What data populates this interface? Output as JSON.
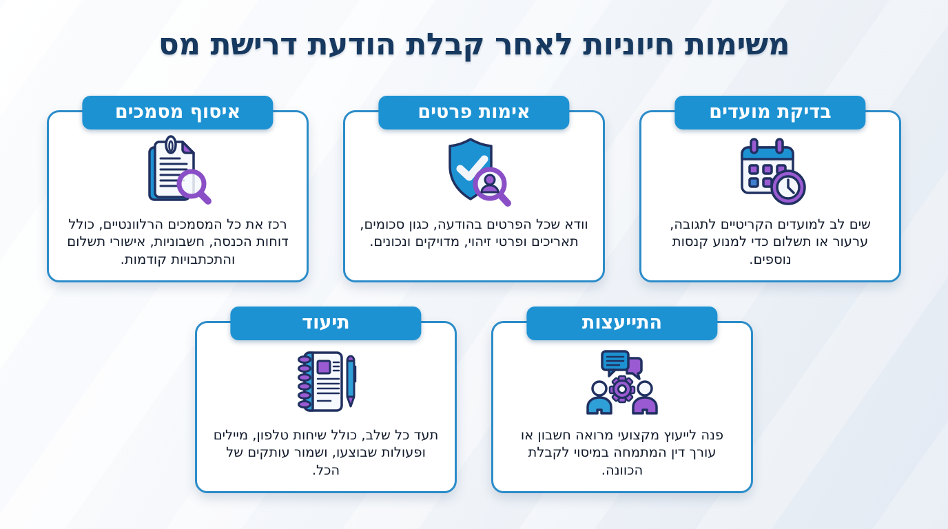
{
  "page": {
    "title": "משימות חיוניות לאחר קבלת הודעת דרישת מס",
    "language": "he",
    "direction": "rtl"
  },
  "colors": {
    "title_navy": "#17395f",
    "tab_blue": "#1d92d3",
    "card_border_blue": "#2b8cc9",
    "icon_blue": "#1d92d3",
    "icon_purple": "#9a5bd2",
    "icon_outline_navy": "#203060",
    "background_light": "#e3eaf3"
  },
  "cards": [
    {
      "id": "check-deadlines",
      "title": "בדיקת מועדים",
      "icon": "calendar-clock-icon",
      "body": "שים לב למועדים הקריטיים לתגובה, ערעור או תשלום כדי למנוע קנסות נוספים."
    },
    {
      "id": "verify-details",
      "title": "אימות פרטים",
      "icon": "shield-check-magnifier-icon",
      "body": "וודא שכל הפרטים בהודעה, כגון סכומים, תאריכים ופרטי זיהוי, מדויקים ונכונים."
    },
    {
      "id": "collect-documents",
      "title": "איסוף מסמכים",
      "icon": "documents-magnifier-icon",
      "body": "רכז את כל המסמכים הרלוונטיים, כולל דוחות הכנסה, חשבוניות, אישורי תשלום והתכתבויות קודמות."
    },
    {
      "id": "consultation",
      "title": "התייעצות",
      "icon": "people-gear-chat-icon",
      "body": "פנה לייעוץ מקצועי מרואה חשבון או עורך דין המתמחה במיסוי לקבלת הכוונה."
    },
    {
      "id": "documentation",
      "title": "תיעוד",
      "icon": "notebook-pen-icon",
      "body": "תעד כל שלב, כולל שיחות טלפון, מיילים ופעולות שבוצעו, ושמור עותקים של הכל."
    }
  ]
}
